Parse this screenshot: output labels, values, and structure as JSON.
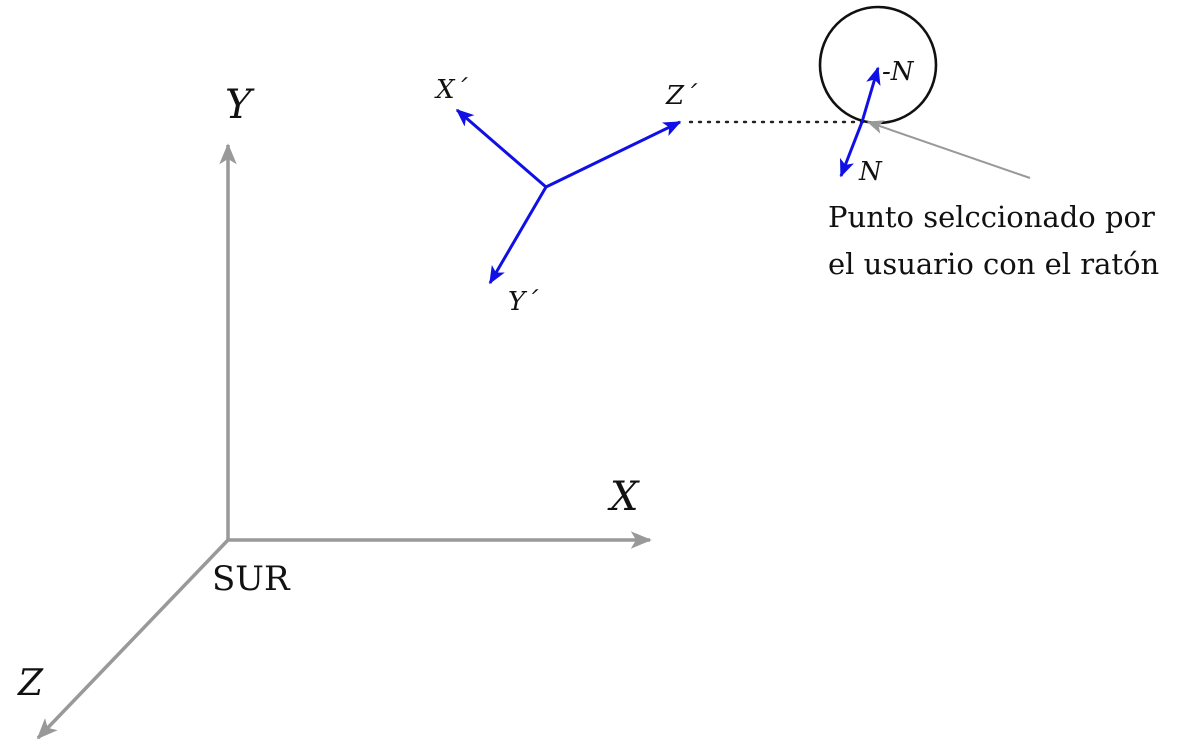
{
  "world_axes": {
    "x_label": "X",
    "y_label": "Y",
    "z_label": "Z",
    "origin_label": "SUR"
  },
  "local_axes": {
    "x_label": "X´",
    "y_label": "Y´",
    "z_label": "Z´"
  },
  "normal": {
    "positive_label": "N",
    "negative_label": "-N"
  },
  "annotation": {
    "line1": "Punto selccionado por",
    "line2": "el usuario con el ratón"
  },
  "colors": {
    "world_axis": "#999999",
    "local_axis": "#1010e6",
    "text": "#111111"
  }
}
